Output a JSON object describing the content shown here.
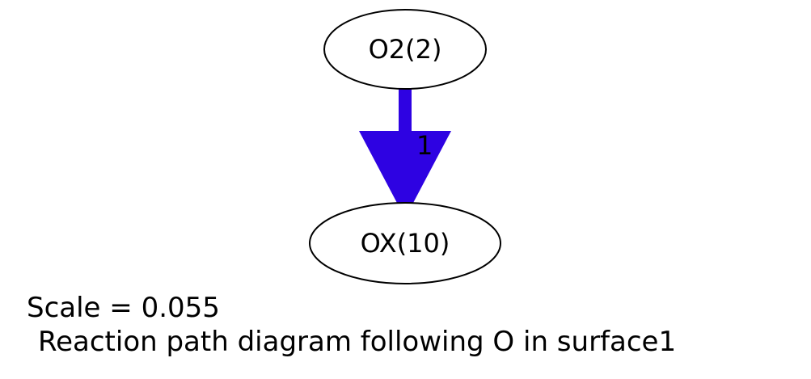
{
  "diagram": {
    "nodes": [
      {
        "id": "source",
        "label": "O2(2)"
      },
      {
        "id": "target",
        "label": "OX(10)"
      }
    ],
    "edges": [
      {
        "from": "source",
        "to": "target",
        "label": "1",
        "color": "#2e02e2"
      }
    ],
    "scale_text": "Scale = 0.055",
    "title_text": " Reaction path diagram following O in surface1"
  },
  "colors": {
    "edge": "#2e02e2",
    "node_stroke": "#000000",
    "background": "#ffffff"
  }
}
